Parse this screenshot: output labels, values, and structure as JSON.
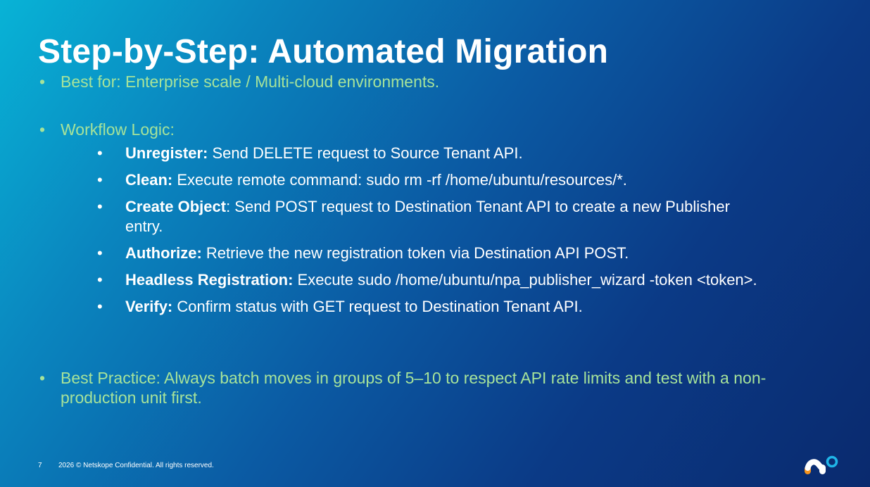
{
  "slide": {
    "title": "Step-by-Step: Automated Migration",
    "bullet_char": "•",
    "best_for": "Best for: Enterprise scale / Multi-cloud environments.",
    "workflow_heading": "Workflow Logic:",
    "steps": [
      {
        "label": "Unregister:",
        "text": " Send DELETE request to Source Tenant API."
      },
      {
        "label": "Clean:",
        "text": " Execute remote command: sudo rm -rf /home/ubuntu/resources/*."
      },
      {
        "label": "Create Object",
        "text": ": Send POST request to Destination Tenant API to create a new Publisher entry."
      },
      {
        "label": "Authorize:",
        "text": " Retrieve the new registration token via Destination API POST."
      },
      {
        "label": "Headless Registration:",
        "text": " Execute sudo /home/ubuntu/npa_publisher_wizard -token <token>."
      },
      {
        "label": "Verify:",
        "text": " Confirm status with GET request to Destination Tenant API."
      }
    ],
    "best_practice": "Best Practice: Always batch moves in groups of 5–10 to respect API rate limits and test with a non-production unit first."
  },
  "footer": {
    "page_number": "7",
    "copyright": "2026 © Netskope Confidential. All rights reserved."
  },
  "logo": {
    "icon": "netskope-logo-icon",
    "colors": [
      "#f7941d",
      "#ffffff",
      "#1fb5e8"
    ]
  }
}
